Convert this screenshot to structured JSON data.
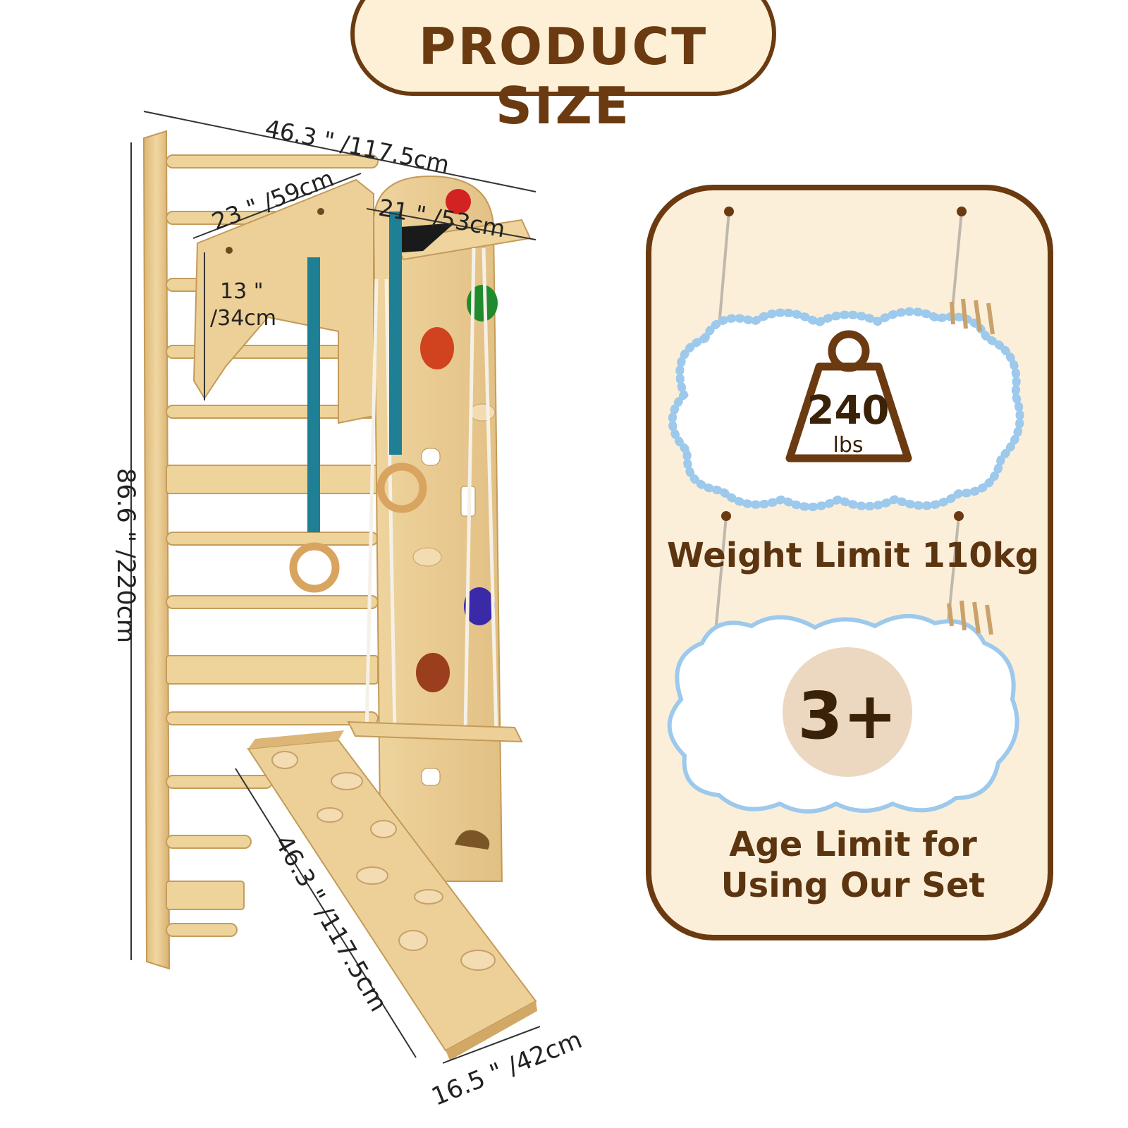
{
  "header": {
    "title": "PRODUCT SIZE"
  },
  "dimensions": {
    "overall_width": "46.3 \" /117.5cm",
    "top_bar_depth": "23 \" /59cm",
    "climb_panel_width": "21 \" /53cm",
    "bar_height": "13 \"",
    "bar_height_cm": "/34cm",
    "overall_height": "86.6 \" /220cm",
    "slide_length": "46.3 \" /117.5cm",
    "slide_width": "16.5 \" /42cm"
  },
  "weight_card": {
    "value": "240",
    "unit": "lbs",
    "caption": "Weight Limit 110kg"
  },
  "age_card": {
    "value": "3+",
    "caption_line1": "Age Limit for",
    "caption_line2": "Using Our Set"
  },
  "colors": {
    "brown": "#6b3a10",
    "cream": "#fcefd9",
    "wood": "#e8c98f",
    "strap": "#1f7f95",
    "cloud_border": "#9cc9ec"
  }
}
